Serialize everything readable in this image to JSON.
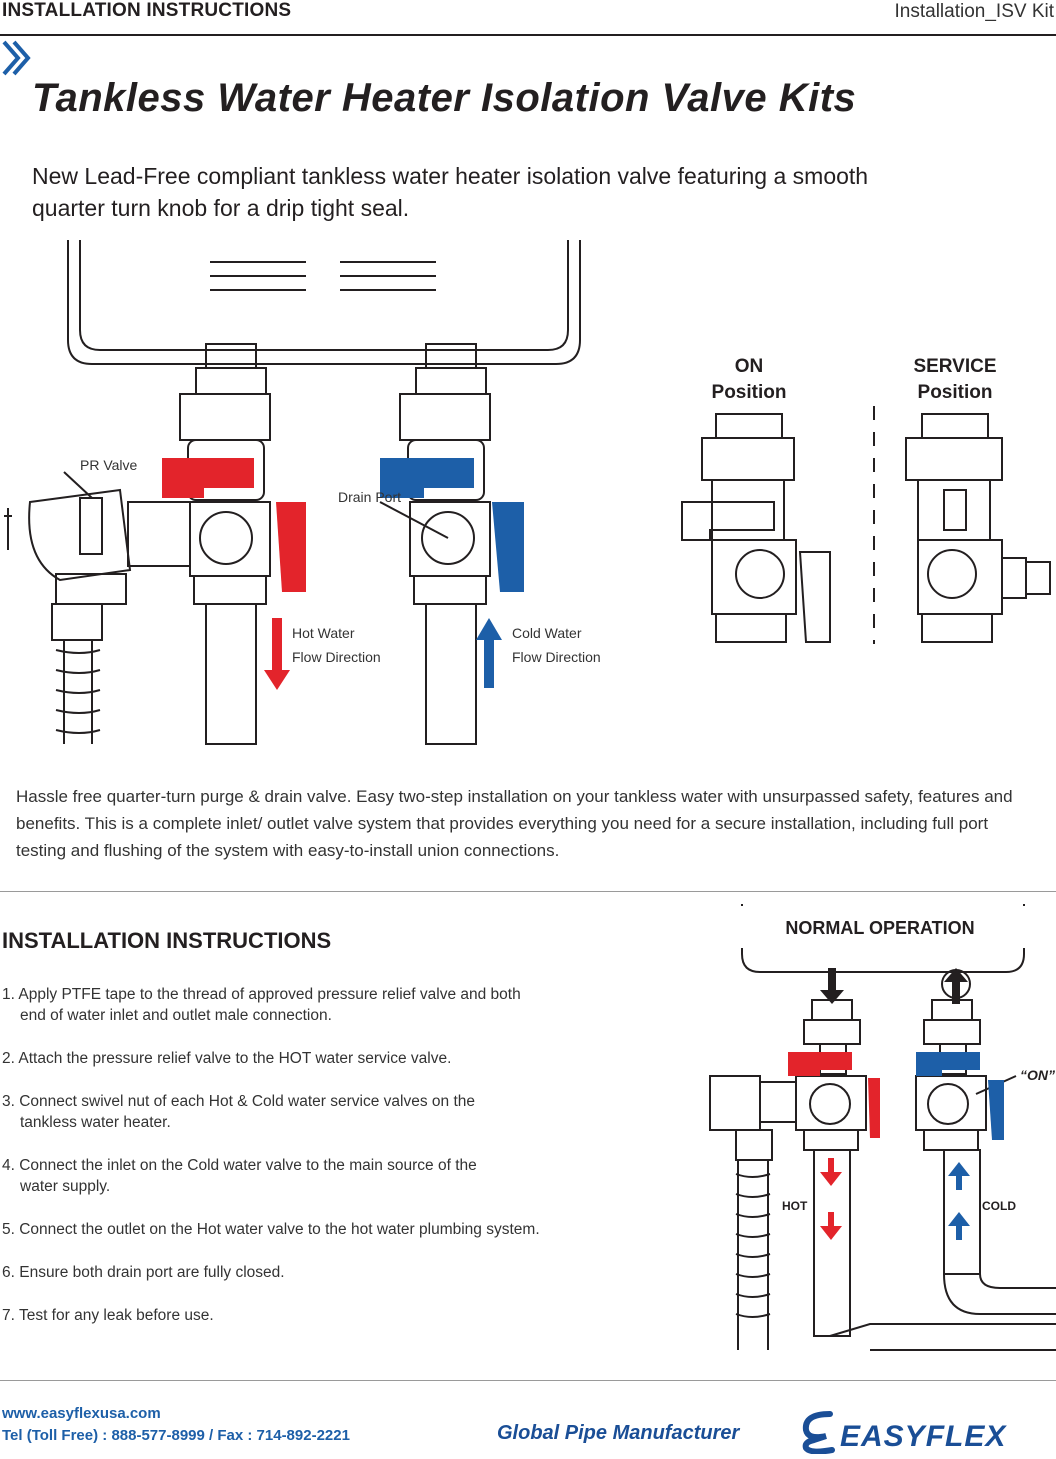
{
  "header": {
    "left": "INSTALLATION INSTRUCTIONS",
    "right": "Installation_ISV Kit"
  },
  "title": "Tankless Water Heater Isolation Valve Kits",
  "subtitle": {
    "line1": "New Lead-Free compliant tankless water heater isolation valve featuring a smooth",
    "line2": "quarter turn knob for a drip tight seal."
  },
  "diagram1": {
    "pr_valve": "PR Valve",
    "drain_port": "Drain Port",
    "hot_flow": [
      "Hot Water",
      "Flow Direction"
    ],
    "cold_flow": [
      "Cold Water",
      "Flow Direction"
    ],
    "on_position": [
      "ON",
      "Position"
    ],
    "service_position": [
      "SERVICE",
      "Position"
    ]
  },
  "description": "Hassle free quarter-turn purge & drain valve. Easy two-step installation on your tankless water with unsurpassed safety, features and benefits. This is a complete inlet/ outlet valve system that provides everything you need for a secure installation, including full port testing and flushing of the system with easy-to-install union connections.",
  "instructions": {
    "heading": "INSTALLATION INSTRUCTIONS",
    "steps": [
      "1. Apply PTFE tape to the thread of approved pressure relief valve and both",
      "end of water inlet and outlet male connection.",
      "2. Attach the pressure relief valve to the HOT water service valve.",
      "3. Connect swivel nut of each Hot & Cold water service valves on the",
      "tankless water heater.",
      "4. Connect the inlet on the Cold water valve to the main source of the",
      "water supply.",
      "5. Connect the outlet on the Hot water valve to the hot water plumbing system.",
      "6. Ensure both drain port are fully closed.",
      "7. Test for any leak before use."
    ]
  },
  "diagram2": {
    "normal_operation": "NORMAL OPERATION",
    "on_label": "“ON”",
    "hot": "HOT",
    "cold": "COLD"
  },
  "footer": {
    "website": "www.easyflexusa.com",
    "tel": "Tel (Toll Free) : 888-577-8999  / Fax : 714-892-2221",
    "slogan": "Global Pipe Manufacturer",
    "brand": "EASYFLEX"
  },
  "colors": {
    "hot_red": "#e3242b",
    "cold_blue": "#1d5fa8",
    "brand_blue": "#1a4e96"
  },
  "icons": [
    "chevron-right-icon",
    "easyflex-logo-icon"
  ]
}
